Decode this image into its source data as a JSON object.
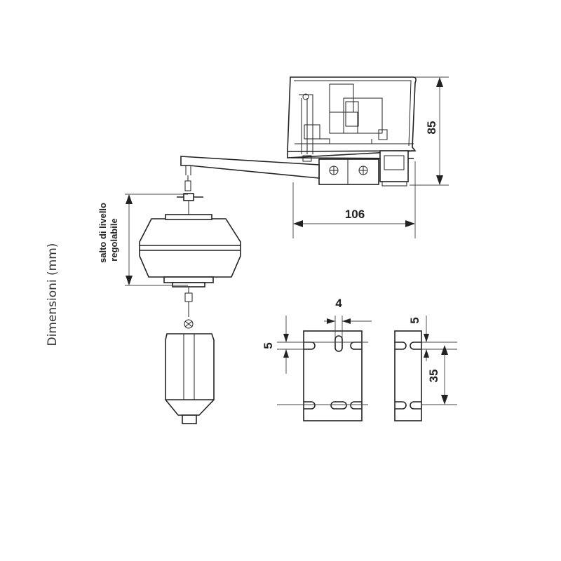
{
  "side_label": "Dimensioni (mm)",
  "dims": {
    "height": "85",
    "width": "106",
    "slot_width": "4",
    "slot_left": "5",
    "slot_right": "5",
    "hole_spacing": "35"
  },
  "float_label": {
    "line1": "salto di livello",
    "line2": "regolabile"
  }
}
